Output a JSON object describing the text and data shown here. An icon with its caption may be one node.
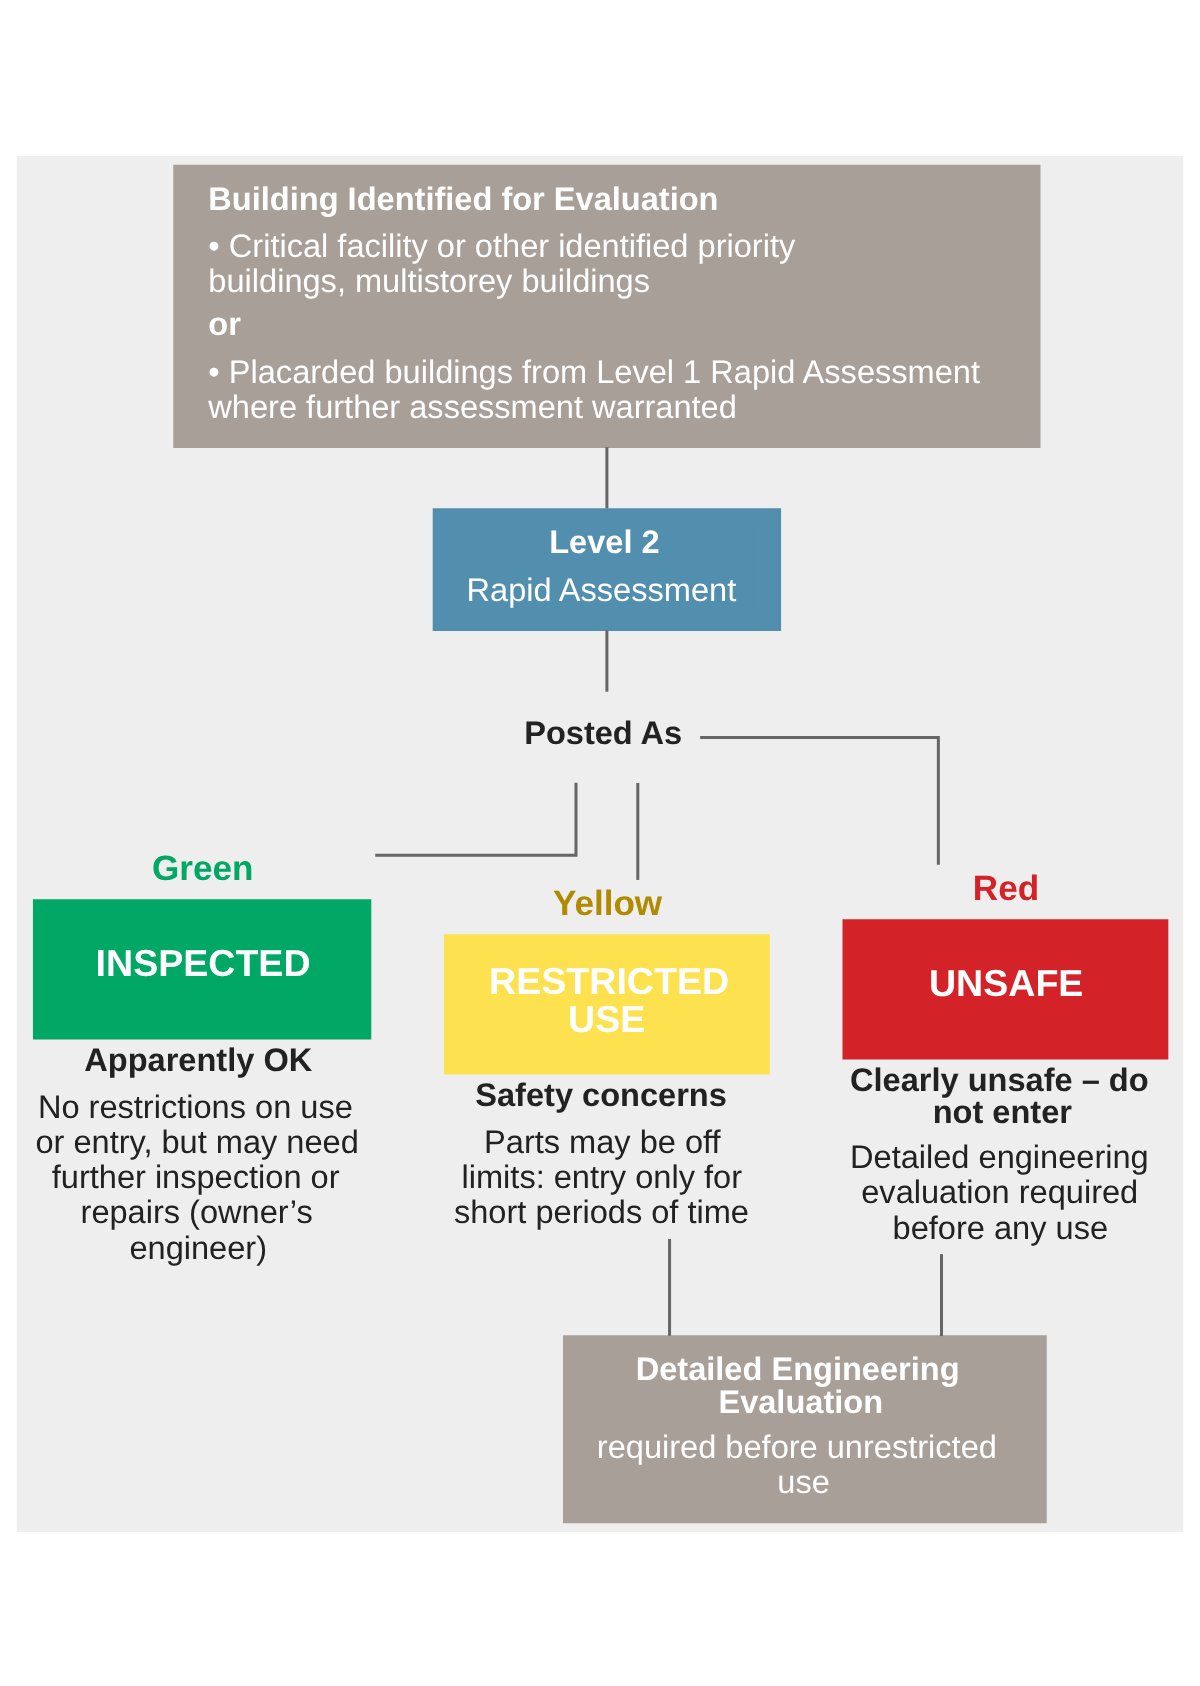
{
  "diagram": {
    "nodes": [
      {
        "text": [
          "Building Identified for Evaluation",
          "• Critical facility or other identified priority buildings, multistorey buildings",
          "or",
          "• Placarded buildings from Level 1 Rapid Assessment where further assessment warranted"
        ]
      },
      {
        "text": [
          "Level 2",
          "Rapid Assessment"
        ]
      },
      {
        "text": [
          "Posted As"
        ]
      },
      {
        "text": [
          "Green",
          "INSPECTED"
        ],
        "beside": [
          "Apparently OK",
          "No restrictions on use or entry, but may need further inspection or repairs (owner’s engineer)"
        ]
      },
      {
        "text": [
          "Yellow",
          "RESTRICTED USE"
        ],
        "beside": [
          "Safety concerns",
          "Parts may be off limits: entry only for short periods of time"
        ]
      },
      {
        "text": [
          "Red",
          "UNSAFE"
        ],
        "beside": [
          "Clearly unsafe – do not enter",
          "Detailed engineering evaluation required before any use"
        ]
      },
      {
        "text": [
          "Detailed Engineering Evaluation",
          "required before unrestricted use"
        ]
      }
    ],
    "edges": [
      {
        "from": 0,
        "to": 1,
        "arrow": "none"
      },
      {
        "from": 1,
        "to": 2,
        "arrow": "none"
      },
      {
        "from": 2,
        "to": 3,
        "arrow": "none"
      },
      {
        "from": 2,
        "to": 4,
        "arrow": "none"
      },
      {
        "from": 2,
        "to": 5,
        "arrow": "none"
      },
      {
        "from": 4,
        "to": 6,
        "arrow": "none"
      },
      {
        "from": 5,
        "to": 6,
        "arrow": "none"
      }
    ]
  }
}
